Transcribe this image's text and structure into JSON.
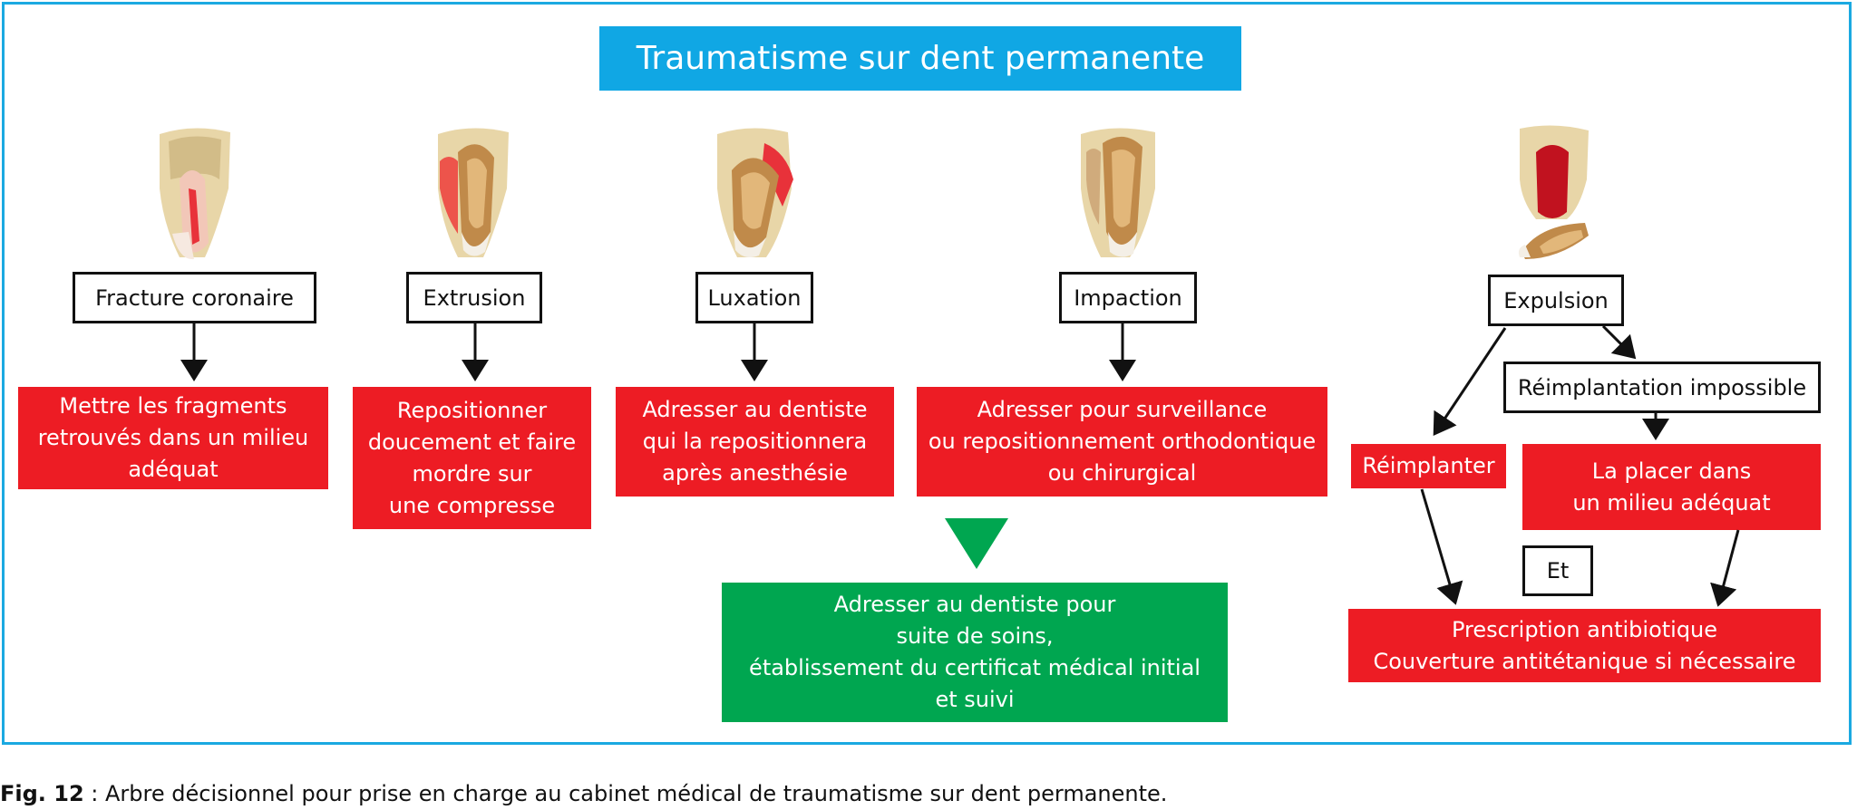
{
  "diagram": {
    "title": "Traumatisme sur dent permanente",
    "categories": [
      {
        "label": "Fracture coronaire",
        "illustration": "tooth-fracture-icon"
      },
      {
        "label": "Extrusion",
        "illustration": "tooth-extrusion-icon"
      },
      {
        "label": "Luxation",
        "illustration": "tooth-luxation-icon"
      },
      {
        "label": "Impaction",
        "illustration": "tooth-impaction-icon"
      },
      {
        "label": "Expulsion",
        "illustration": "tooth-expulsion-icon"
      }
    ],
    "actions": {
      "fracture": "Mettre les fragments\nretrouvés dans un milieu\nadéquat",
      "extrusion": "Repositionner\ndoucement et faire\nmordre sur\nune compresse",
      "luxation": "Adresser au dentiste\nqui la repositionnera\naprès anesthésie",
      "impaction": "Adresser pour surveillance\nou repositionnement orthodontique\nou chirurgical",
      "followup": "Adresser au dentiste pour\nsuite de soins,\nétablissement du certificat médical initial\net suivi"
    },
    "expulsion": {
      "reimplant_impossible": "Réimplantation impossible",
      "reimplant": "Réimplanter",
      "place_medium": "La placer dans\nun milieu adéquat",
      "and_label": "Et",
      "prescription": "Prescription antibiotique\nCouverture antitétanique si nécessaire"
    },
    "colors": {
      "title_bg": "#10a7e4",
      "action_red": "#ed1c24",
      "followup_green": "#00a650",
      "frame_blue": "#1ba9e1"
    }
  },
  "caption": {
    "label": "Fig. 12",
    "text": " : Arbre décisionnel pour prise en charge au cabinet médical de traumatisme sur dent permanente."
  }
}
